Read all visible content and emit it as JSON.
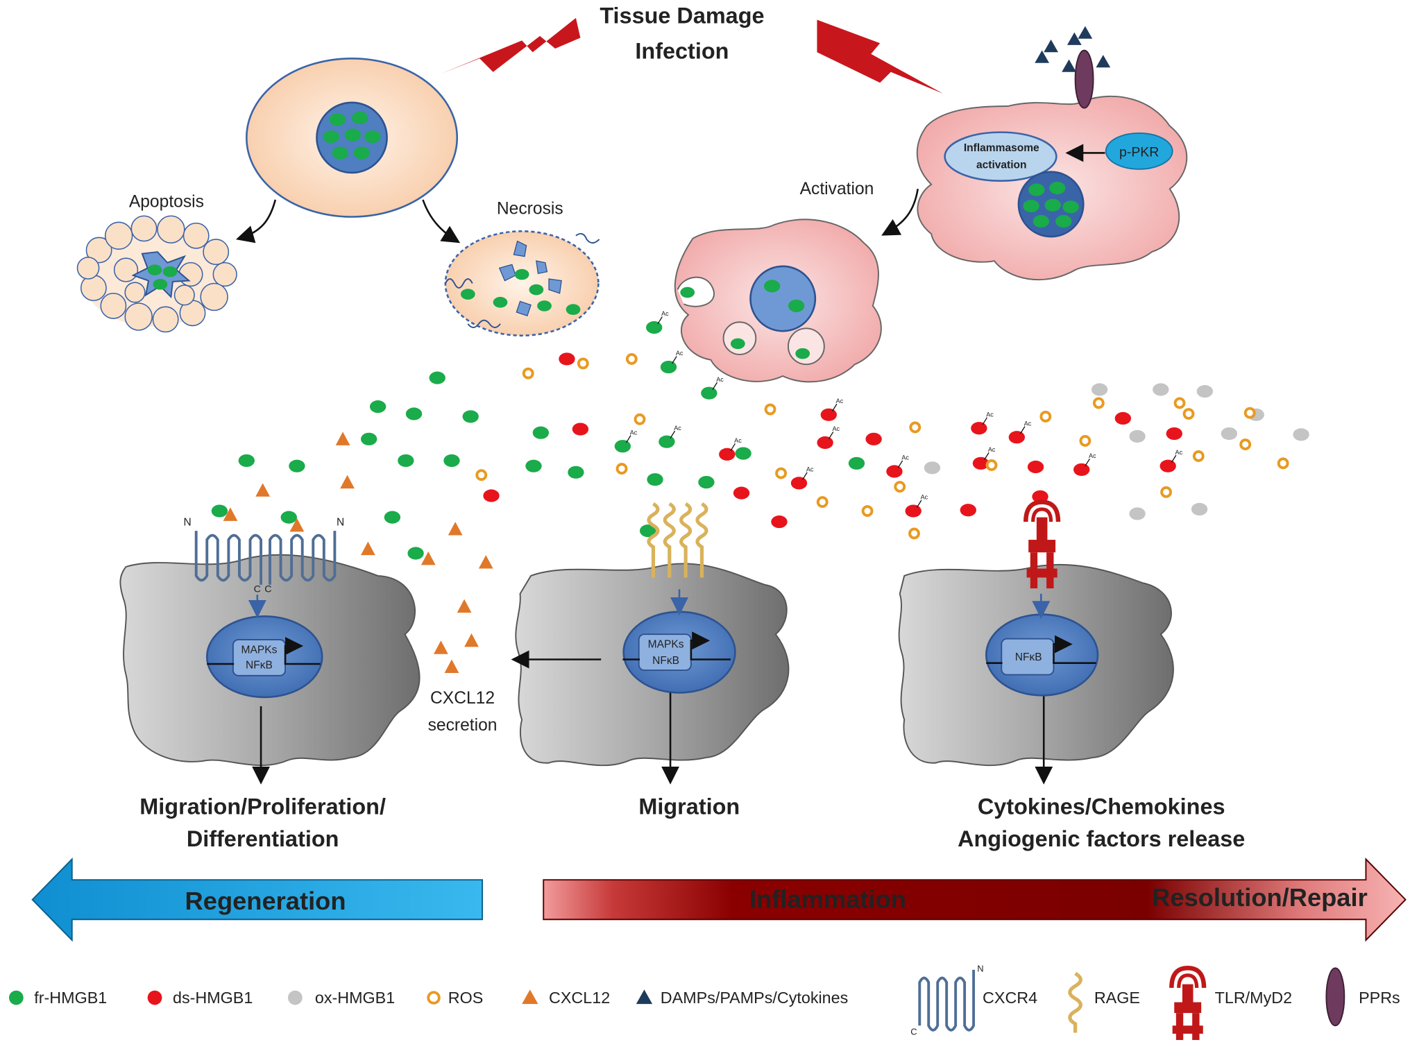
{
  "header": {
    "line1": "Tissue Damage",
    "line2": "Infection"
  },
  "cell_fates": {
    "apoptosis": "Apoptosis",
    "necrosis": "Necrosis",
    "activation": "Activation"
  },
  "immune_cell": {
    "inflammasome_line1": "Inflammasome",
    "inflammasome_line2": "activation",
    "pkr": "p-PKR"
  },
  "acetyl_tag": "Ac",
  "receptor_terminals": {
    "n": "N",
    "c": "C"
  },
  "pathways": {
    "left": {
      "line1": "MAPKs",
      "line2": "NFκB"
    },
    "middle": {
      "line1": "MAPKs",
      "line2": "NFκB"
    },
    "right": {
      "line1": "NFκB"
    }
  },
  "cxcl12_secretion": {
    "line1": "CXCL12",
    "line2": "secretion"
  },
  "outcomes": {
    "left_line1": "Migration/Proliferation/",
    "left_line2": "Differentiation",
    "middle": "Migration",
    "right_line1": "Cytokines/Chemokines",
    "right_line2": "Angiogenic factors release"
  },
  "arrows": {
    "regeneration": "Regeneration",
    "inflammation": "Inflammation",
    "resolution": "Resolution/Repair"
  },
  "colors": {
    "fr_hmgb1": "#1aab4a",
    "ds_hmgb1": "#e8141c",
    "ox_hmgb1": "#c4c4c4",
    "ros": "#e89a20",
    "cxcl12": "#e0782a",
    "damps": "#1f3b5c",
    "cxcr4": "#4f6e96",
    "rage": "#d9b25c",
    "tlr": "#c01818",
    "pprs": "#6e3b5e",
    "regeneration_arrow": "#1ea7e0",
    "inflammation_arrow": "#8b0000"
  },
  "legend": [
    {
      "label": "fr-HMGB1",
      "icon": "green-dot-icon"
    },
    {
      "label": "ds-HMGB1",
      "icon": "red-dot-icon"
    },
    {
      "label": "ox-HMGB1",
      "icon": "gray-dot-icon"
    },
    {
      "label": "ROS",
      "icon": "ros-ring-icon"
    },
    {
      "label": "CXCL12",
      "icon": "orange-triangle-icon"
    },
    {
      "label": "DAMPs/PAMPs/Cytokines",
      "icon": "navy-triangle-icon"
    },
    {
      "label": "CXCR4",
      "icon": "cxcr4-receptor-icon"
    },
    {
      "label": "RAGE",
      "icon": "rage-receptor-icon"
    },
    {
      "label": "TLR/MyD2",
      "icon": "tlr-receptor-icon"
    },
    {
      "label": "PPRs",
      "icon": "ppr-receptor-icon"
    }
  ]
}
